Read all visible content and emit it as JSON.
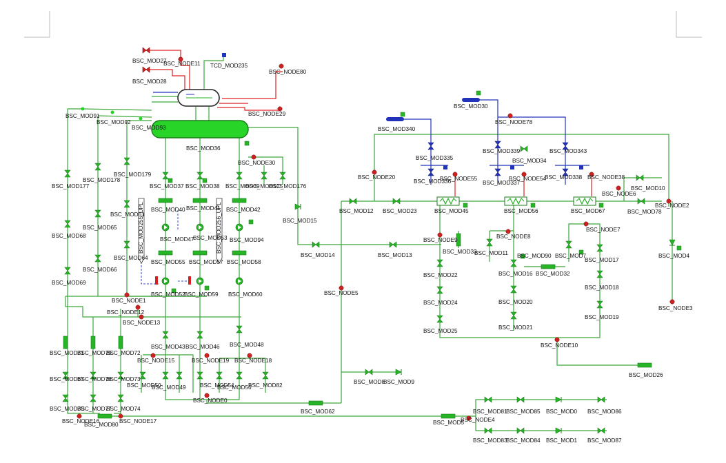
{
  "colors": {
    "pipe": "#3aa83a",
    "valve": "#27b427",
    "node": "#cc2222",
    "red_pipe": "#e02020",
    "blue_pipe": "#2233bb",
    "vessel_fill": "#27d427"
  },
  "icons": {
    "valve": "valve-icon",
    "pump": "pump-icon",
    "node": "node-icon",
    "heat_exchanger": "heat-exchanger-icon",
    "pipe_segment": "pipe-segment-icon",
    "check_valve": "check-valve-icon",
    "tank": "tank-icon"
  },
  "labels": {
    "BSC_MOD27": "BSC_MOD27",
    "BSC_NODE11": "BSC_NODE11",
    "BSC_MOD28": "BSC_MOD28",
    "TCD_MOD235": "TCD_MOD235",
    "BSC_NODE80": "BSC_NODE80",
    "BSC_NODE29": "BSC_NODE29",
    "BSC_MOD91": "BSC_MOD91",
    "BSC_MOD92": "BSC_MOD92",
    "BSC_MOD93": "BSC_MOD93",
    "BSC_MOD36": "BSC_MOD36",
    "BSC_NODE30": "BSC_NODE30",
    "BSC_MOD177": "BSC_MOD177",
    "BSC_MOD178": "BSC_MOD178",
    "BSC_MOD179": "BSC_MOD179",
    "BSC_MOD37": "BSC_MOD37",
    "BSC_MOD38": "BSC_MOD38",
    "BSC_MOD39": "BSC_MOD39",
    "BSC_MOD175": "BSC_MOD175",
    "BSC_MOD176": "BSC_MOD176",
    "BSC_MOD40": "BSC_MOD40",
    "BSC_MOD41": "BSC_MOD41",
    "BSC_MOD42": "BSC_MOD42",
    "BSC_MOD61": "BSC_MOD61",
    "BSC_MOD65": "BSC_MOD65",
    "BSC_MOD68": "BSC_MOD68",
    "BSC_MOD47": "BSC_MOD47",
    "BSC_MOD53": "BSC_MOD53",
    "BSC_MOD94": "BSC_MOD94",
    "BSC_MOD15": "BSC_MOD15",
    "BSC_MOD64": "BSC_MOD64",
    "BSC_MOD55": "BSC_MOD55",
    "BSC_MOD57": "BSC_MOD57",
    "BSC_MOD58": "BSC_MOD58",
    "BSC_MOD66": "BSC_MOD66",
    "BSC_MOD69": "BSC_MOD69",
    "BSC_MOD52": "BSC_MOD52",
    "BSC_MOD59": "BSC_MOD59",
    "BSC_MOD60": "BSC_MOD60",
    "BSC_NODE1": "BSC_NODE1",
    "BSC_NODE12": "BSC_NODE12",
    "BSC_NODE13": "BSC_NODE13",
    "BSC_MOD43": "BSC_MOD43",
    "BSC_MOD46": "BSC_MOD46",
    "BSC_MOD48": "BSC_MOD48",
    "BSC_MOD71": "BSC_MOD71",
    "BSC_MOD75": "BSC_MOD75",
    "BSC_MOD72": "BSC_MOD72",
    "BSC_NODE15": "BSC_NODE15",
    "BSC_NODE19": "BSC_NODE19",
    "BSC_NODE18": "BSC_NODE18",
    "BSC_MOD67": "BSC_MOD67",
    "BSC_MOD76": "BSC_MOD76",
    "BSC_MOD73": "BSC_MOD73",
    "BSC_MOD50": "BSC_MOD50",
    "BSC_MOD49": "BSC_MOD49",
    "BSC_MOD54": "BSC_MOD54",
    "BSC_MOD56": "BSC_MOD56",
    "BSC_MOD82": "BSC_MOD82",
    "BSC_MOD70": "BSC_MOD70",
    "BSC_MOD77": "BSC_MOD77",
    "BSC_MOD74": "BSC_MOD74",
    "BSC_NODE0": "BSC_NODE0",
    "BSC_NODE16": "BSC_NODE16",
    "BSC_MOD80": "BSC_MOD80",
    "BSC_NODE17": "BSC_NODE17",
    "BSC_MOD62": "BSC_MOD62",
    "BSC_MOD8": "BSC_MOD8",
    "BSC_MOD9": "BSC_MOD9",
    "BSC_NODE5": "BSC_NODE5",
    "BSC_MOD14": "BSC_MOD14",
    "BSC_MOD13": "BSC_MOD13",
    "BSC_NODE20": "BSC_NODE20",
    "BSC_MOD12": "BSC_MOD12",
    "BSC_MOD23": "BSC_MOD23",
    "BSC_MOD340": "BSC_MOD340",
    "BSC_MOD335": "BSC_MOD335",
    "BSC_MOD336": "BSC_MOD336",
    "BSC_NODE55": "BSC_NODE55",
    "BSC_MOD45": "BSC_MOD45",
    "BSC_NODE9": "BSC_NODE9",
    "BSC_MOD33": "BSC_MOD33",
    "BSC_MOD22": "BSC_MOD22",
    "BSC_MOD24": "BSC_MOD24",
    "BSC_MOD25": "BSC_MOD25",
    "BSC_MOD30": "BSC_MOD30",
    "BSC_NODE78": "BSC_NODE78",
    "BSC_MOD339": "BSC_MOD339",
    "BSC_MOD34": "BSC_MOD34",
    "BSC_MOD337": "BSC_MOD337",
    "BSC_NODE54": "BSC_NODE54",
    "BSC_MOD86_label": "BSC_MOD56",
    "BSC_NODE8": "BSC_NODE8",
    "BSC_MOD11": "BSC_MOD11",
    "BSC_MOD90": "BSC_MOD90",
    "BSC_MOD16": "BSC_MOD16",
    "BSC_MOD20": "BSC_MOD20",
    "BSC_MOD21": "BSC_MOD21",
    "BSC_MOD32": "BSC_MOD32",
    "BSC_MOD343": "BSC_MOD343",
    "BSC_MOD338": "BSC_MOD338",
    "BSC_NODE38": "BSC_NODE38",
    "BSC_MOD67b": "BSC_MOD67",
    "BSC_NODE7": "BSC_NODE7",
    "BSC_MOD7": "BSC_MOD7",
    "BSC_MOD17": "BSC_MOD17",
    "BSC_MOD18": "BSC_MOD18",
    "BSC_MOD19": "BSC_MOD19",
    "BSC_MOD10": "BSC_MOD10",
    "BSC_NODE6": "BSC_NODE6",
    "BSC_NODE2": "BSC_NODE2",
    "BSC_MOD78": "BSC_MOD78",
    "BSC_MOD4": "BSC_MOD4",
    "BSC_NODE3": "BSC_NODE3",
    "BSC_NODE10": "BSC_NODE10",
    "BSC_MOD26": "BSC_MOD26",
    "BSC_MOD81": "BSC_MOD81",
    "BSC_MOD85": "BSC_MOD85",
    "BSC_MOD0": "BSC_MOD0",
    "BSC_MOD86": "BSC_MOD86",
    "BSC_MOD5": "BSC_MOD5",
    "BSC_NODE4": "BSC_NODE4",
    "BSC_MOD83": "BSC_MOD83",
    "BSC_MOD84": "BSC_MOD84",
    "BSC_MOD1": "BSC_MOD1",
    "BSC_MOD87": "BSC_MOD87",
    "UPL1": "BSC_MOD255_UPL",
    "UPL2": "BSC_MOD256_UPL"
  }
}
